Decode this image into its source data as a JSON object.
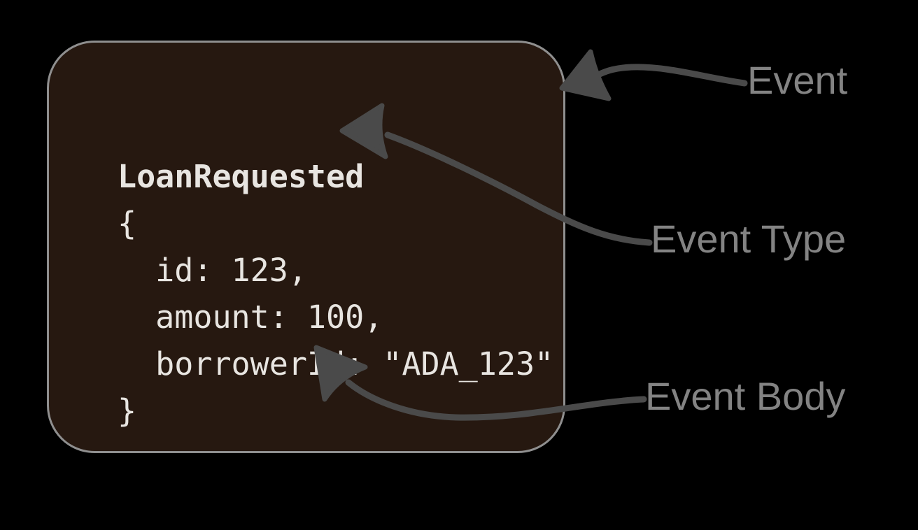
{
  "canvas": {
    "background": "#000000"
  },
  "event_card": {
    "event_type": "LoanRequested",
    "body_lines": [
      "{",
      "  id: 123,",
      "  amount: 100,",
      "  borrowerId: \"ADA_123\"",
      "}"
    ],
    "background": "#261810",
    "border_color": "#8f8f8f",
    "code_color": "#e8e5e1"
  },
  "annotations": {
    "event": {
      "label": "Event"
    },
    "event_type": {
      "label": "Event Type"
    },
    "event_body": {
      "label": "Event Body"
    },
    "label_color": "#838383",
    "arrow_color": "#4a4a4a"
  }
}
